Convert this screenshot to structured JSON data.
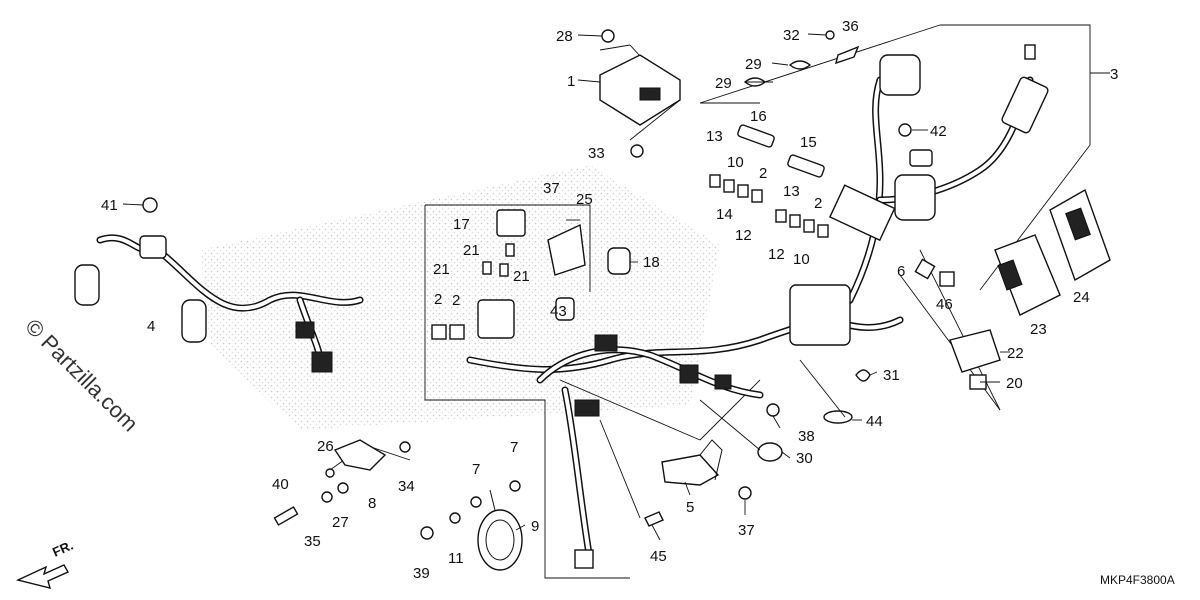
{
  "diagram": {
    "watermark": "© Partzilla.com",
    "part_code": "MKP4F3800A",
    "direction_label": "FR.",
    "callouts": [
      {
        "id": "c28",
        "text": "28"
      },
      {
        "id": "c1",
        "text": "1"
      },
      {
        "id": "c33",
        "text": "33"
      },
      {
        "id": "c32",
        "text": "32"
      },
      {
        "id": "c36",
        "text": "36"
      },
      {
        "id": "c29a",
        "text": "29"
      },
      {
        "id": "c29b",
        "text": "29"
      },
      {
        "id": "c3",
        "text": "3"
      },
      {
        "id": "c16",
        "text": "16"
      },
      {
        "id": "c42",
        "text": "42"
      },
      {
        "id": "c13a",
        "text": "13"
      },
      {
        "id": "c10a",
        "text": "10"
      },
      {
        "id": "c15",
        "text": "15"
      },
      {
        "id": "c2a",
        "text": "2"
      },
      {
        "id": "c14",
        "text": "14"
      },
      {
        "id": "c12a",
        "text": "12"
      },
      {
        "id": "c13b",
        "text": "13"
      },
      {
        "id": "c2b",
        "text": "2"
      },
      {
        "id": "c12b",
        "text": "12"
      },
      {
        "id": "c10b",
        "text": "10"
      },
      {
        "id": "c41",
        "text": "41"
      },
      {
        "id": "c37a",
        "text": "37"
      },
      {
        "id": "c25",
        "text": "25"
      },
      {
        "id": "c17",
        "text": "17"
      },
      {
        "id": "c21a",
        "text": "21"
      },
      {
        "id": "c21b",
        "text": "21"
      },
      {
        "id": "c21c",
        "text": "21"
      },
      {
        "id": "c18",
        "text": "18"
      },
      {
        "id": "c4",
        "text": "4"
      },
      {
        "id": "c2c",
        "text": "2"
      },
      {
        "id": "c2d",
        "text": "2"
      },
      {
        "id": "c43",
        "text": "43"
      },
      {
        "id": "c6",
        "text": "6"
      },
      {
        "id": "c46",
        "text": "46"
      },
      {
        "id": "c24",
        "text": "24"
      },
      {
        "id": "c23",
        "text": "23"
      },
      {
        "id": "c22",
        "text": "22"
      },
      {
        "id": "c31",
        "text": "31"
      },
      {
        "id": "c20",
        "text": "20"
      },
      {
        "id": "c44",
        "text": "44"
      },
      {
        "id": "c38",
        "text": "38"
      },
      {
        "id": "c30",
        "text": "30"
      },
      {
        "id": "c26",
        "text": "26"
      },
      {
        "id": "c34",
        "text": "34"
      },
      {
        "id": "c8",
        "text": "8"
      },
      {
        "id": "c40",
        "text": "40"
      },
      {
        "id": "c27",
        "text": "27"
      },
      {
        "id": "c35",
        "text": "35"
      },
      {
        "id": "c7a",
        "text": "7"
      },
      {
        "id": "c7b",
        "text": "7"
      },
      {
        "id": "c9",
        "text": "9"
      },
      {
        "id": "c39",
        "text": "39"
      },
      {
        "id": "c11",
        "text": "11"
      },
      {
        "id": "c5",
        "text": "5"
      },
      {
        "id": "c37b",
        "text": "37"
      },
      {
        "id": "c45",
        "text": "45"
      }
    ]
  }
}
